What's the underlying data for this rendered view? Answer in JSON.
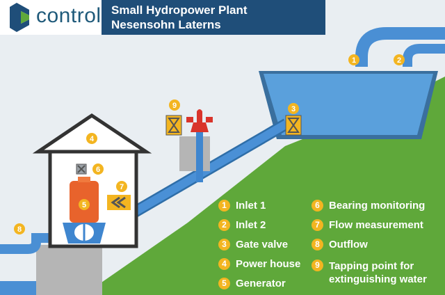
{
  "header": {
    "logo_text": "control",
    "title_line1": "Small Hydropower Plant",
    "title_line2": "Nesensohn Laterns"
  },
  "legend": [
    {
      "num": "1",
      "label": "Inlet 1"
    },
    {
      "num": "2",
      "label": "Inlet 2"
    },
    {
      "num": "3",
      "label": "Gate valve"
    },
    {
      "num": "4",
      "label": "Power house"
    },
    {
      "num": "5",
      "label": "Generator"
    },
    {
      "num": "6",
      "label": "Bearing monitoring"
    },
    {
      "num": "7",
      "label": "Flow measurement"
    },
    {
      "num": "8",
      "label": "Outflow"
    },
    {
      "num": "9",
      "label": "Tapping point for extinguishing water"
    }
  ],
  "markers": {
    "inlet_1": "1",
    "inlet_2": "2",
    "gate_valve": "3",
    "power_house": "4",
    "generator": "5",
    "bearing": "6",
    "flow": "7",
    "outflow": "8",
    "tapping": "9"
  },
  "colors": {
    "sky": "#e9eef2",
    "grass": "#5fa83a",
    "water": "#4a8fd4",
    "pipe": "#3f86cf",
    "header_blue": "#1f4e79",
    "badge": "#f3b521",
    "concrete": "#b5b5b5",
    "generator": "#e8632c"
  }
}
